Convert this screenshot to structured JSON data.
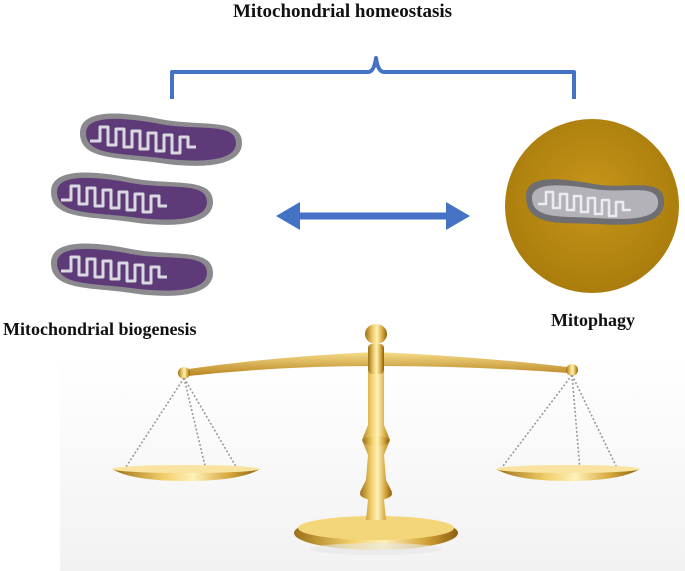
{
  "diagram": {
    "title": "Mitochondrial homeostasis",
    "left_label": "Mitochondrial biogenesis",
    "right_label": "Mitophagy"
  },
  "colors": {
    "bracket": "#4472c4",
    "arrow": "#4472c4",
    "mito_purple": "#5e3a78",
    "mito_membrane": "#8d8d8d",
    "mito_gray": "#a7a7ad",
    "lysosome": "#b8860b",
    "scale_gold": "#d4a437"
  },
  "icons": {
    "mitochondria": "mitochondrion-icon",
    "lysosome": "autophagosome-icon",
    "scale": "balance-scale-icon"
  }
}
